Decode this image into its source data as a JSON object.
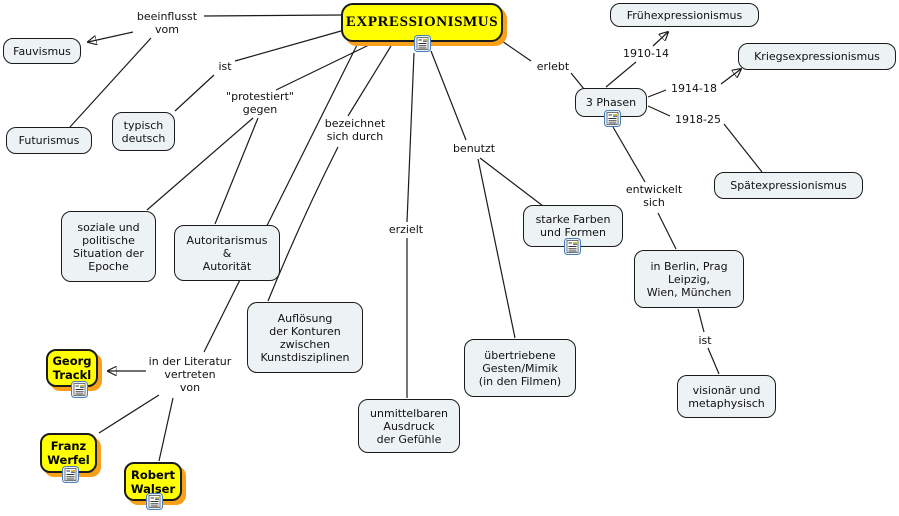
{
  "colors": {
    "concept_fill": "#edf3f4",
    "concept_border": "#1b1b1b",
    "highlight_fill": "#ffff00",
    "highlight_shadow": "#f9a01b",
    "line": "#1b1b1b",
    "icon_border": "#4a7ebb"
  },
  "concepts": {
    "expressionismus": {
      "label": "EXPRESSIONISMUS"
    },
    "fauvismus": {
      "label": "Fauvismus"
    },
    "futurismus": {
      "label": "Futurismus"
    },
    "typisch_deutsch": {
      "label": "typisch\ndeutsch"
    },
    "soziale": {
      "label": "soziale und\npolitische\nSituation der\nEpoche"
    },
    "autoritarismus": {
      "label": "Autoritarismus\n&\nAutorität"
    },
    "aufloesung": {
      "label": "Auflösung\nder Konturen\nzwischen\nKunstdisziplinen"
    },
    "unmittelbaren": {
      "label": "unmittelbaren\nAusdruck\nder Gefühle"
    },
    "starke_farben": {
      "label": "starke Farben\nund Formen"
    },
    "uebertriebene": {
      "label": "übertriebene\nGesten/Mimik\n(in den Filmen)"
    },
    "drei_phasen": {
      "label": "3 Phasen"
    },
    "fruehexpressionismus": {
      "label": "Frühexpressionismus"
    },
    "kriegsexpressionismus": {
      "label": "Kriegsexpressionismus"
    },
    "spaetexpressionismus": {
      "label": "Spätexpressionismus"
    },
    "berlin": {
      "label": "in Berlin, Prag\nLeipzig,\nWien, München"
    },
    "visionaer": {
      "label": "visionär und\nmetaphysisch"
    },
    "georg_trackl": {
      "label": "Georg\nTrackl"
    },
    "franz_werfel": {
      "label": "Franz\nWerfel"
    },
    "robert_walser": {
      "label": "Robert\nWalser"
    }
  },
  "link_labels": {
    "beeinflusst_vom": "beeinflusst\nvom",
    "ist_links": "ist",
    "protestiert_gegen": "\"protestiert\"\ngegen",
    "bezeichnet_sich_durch": "bezeichnet\nsich durch",
    "erzielt": "erzielt",
    "benutzt": "benutzt",
    "erlebt": "erlebt",
    "phase_1": "1910-14",
    "phase_2": "1914-18",
    "phase_3": "1918-25",
    "entwickelt_sich": "entwickelt\nsich",
    "ist_rechts": "ist",
    "literatur": "in der Literatur\nvertreten\nvon"
  },
  "icons": {
    "resource": "document-resource-icon"
  }
}
